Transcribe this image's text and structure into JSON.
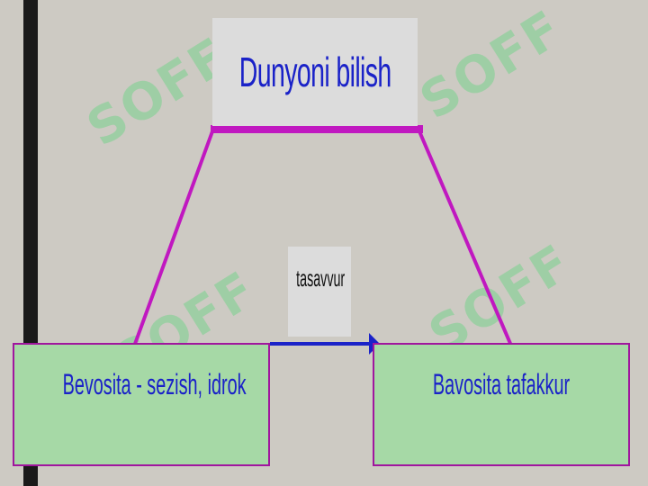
{
  "diagram": {
    "title": "Dunyoni bilish",
    "edge_label": "tasavvur",
    "left_node": "Bevosita - sezish, idrok",
    "right_node": "Bavosita tafakkur"
  },
  "watermark": {
    "text": "SOFF"
  },
  "colors": {
    "background": "#cdcac3",
    "title_text": "#1a22c8",
    "connector": "#c018c0",
    "arrow": "#1a22c8",
    "node_fill": "#a6d9a6",
    "node_border": "#a0169e",
    "left_bar": "#1a1a1a"
  }
}
